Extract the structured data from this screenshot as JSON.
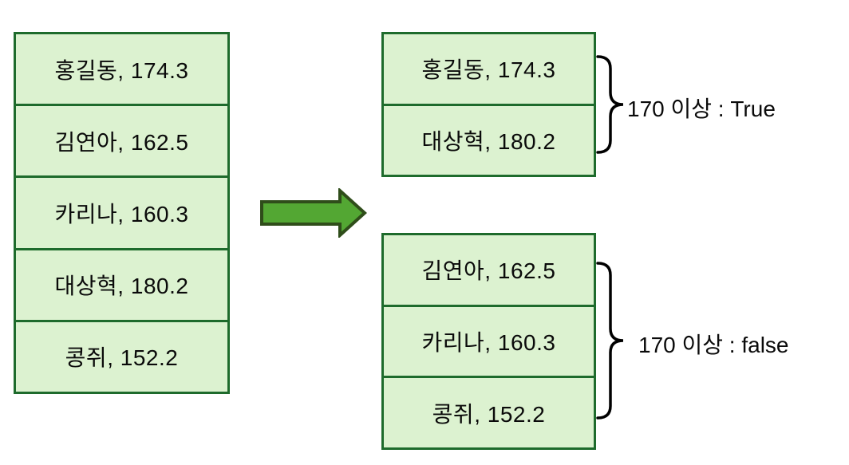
{
  "source": {
    "items": [
      "홍길동, 174.3",
      "김연아, 162.5",
      "카리나, 160.3",
      "대상혁, 180.2",
      "콩쥐, 152.2"
    ]
  },
  "groups": [
    {
      "label": "170 이상 : True",
      "items": [
        "홍길동, 174.3",
        "대상혁, 180.2"
      ]
    },
    {
      "label": "170 이상 : false",
      "items": [
        "김연아, 162.5",
        "카리나, 160.3",
        "콩쥐, 152.2"
      ]
    }
  ],
  "colors": {
    "cell_fill": "#dcf2d0",
    "cell_border": "#1e6b2c",
    "arrow_fill": "#53a733",
    "arrow_border": "#2f4d1a",
    "brace": "#000000",
    "text": "#0a0a0a"
  }
}
